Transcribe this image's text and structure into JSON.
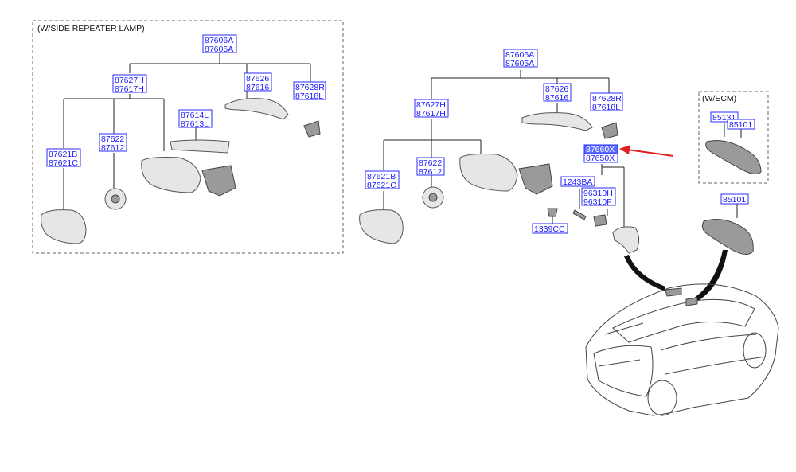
{
  "sections": {
    "repeater_title": "(W/SIDE REPEATER LAMP)",
    "ecm_title": "(W/ECM)"
  },
  "labels": {
    "l_87606A": "87606A",
    "l_87605A": "87605A",
    "l_87627H": "87627H",
    "l_87617H": "87617H",
    "l_87626": "87626",
    "l_87616": "87616",
    "l_87628R": "87628R",
    "l_87618L": "87618L",
    "l_87614L": "87614L",
    "l_87613L": "87613L",
    "l_87622": "87622",
    "l_87612": "87612",
    "l_87621B": "87621B",
    "l_87621C": "87621C",
    "r_87606A": "87606A",
    "r_87605A": "87605A",
    "r_87627H": "87627H",
    "r_87617H": "87617H",
    "r_87626": "87626",
    "r_87616": "87616",
    "r_87628R": "87628R",
    "r_87618L": "87618L",
    "r_87660X": "87660X",
    "r_87650X": "87650X",
    "r_1243BA": "1243BA",
    "r_96310H": "96310H",
    "r_96310F": "96310F",
    "r_87622": "87622",
    "r_87612": "87612",
    "r_87621B": "87621B",
    "r_87621C": "87621C",
    "r_1339CC": "1339CC",
    "e_85131": "85131",
    "e_85101": "85101",
    "m_85101": "85101"
  },
  "highlight": {
    "part": "87660X",
    "arrow_color": "#e02020",
    "box_color": "#5a6bff"
  }
}
